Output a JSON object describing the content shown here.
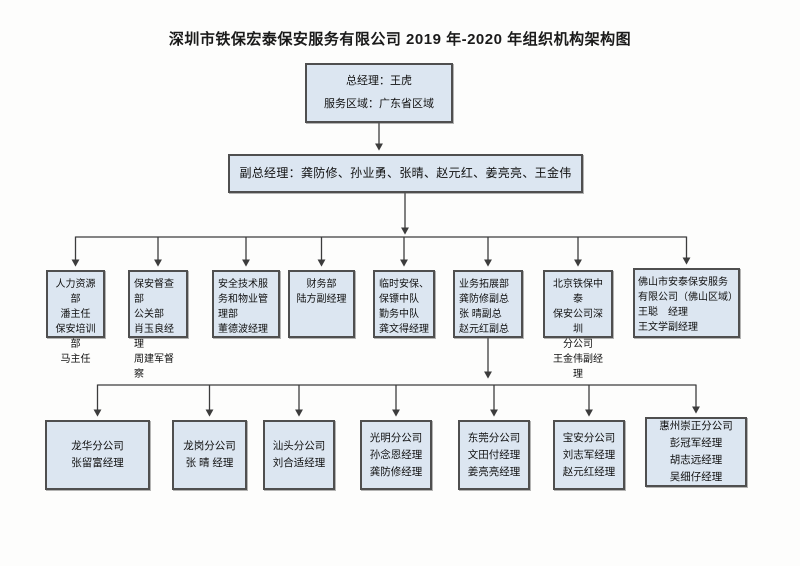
{
  "title": "深圳市铁保宏泰保安服务有限公司 2019 年-2020 年组织机构架构图",
  "colors": {
    "box_fill": "#dce6f1",
    "box_border": "#4f4f4f",
    "connector": "#3c3c3c",
    "page_background": "#fdfdfc"
  },
  "org": {
    "general_manager": {
      "lines": [
        "总经理：王虎",
        "服务区域：广东省区域"
      ]
    },
    "deputy_general_managers": {
      "lines": [
        "副总经理：龚防修、孙业勇、张晴、赵元红、姜亮亮、王金伟"
      ]
    },
    "departments": [
      {
        "lines": [
          "人力资源部",
          "潘主任",
          "保安培训部",
          "马主任"
        ]
      },
      {
        "lines": [
          "保安督查部",
          "公关部",
          "肖玉良经理",
          "周建军督察"
        ]
      },
      {
        "lines": [
          "安全技术服",
          "务和物业管",
          "理部",
          "董德波经理"
        ]
      },
      {
        "lines": [
          "财务部",
          "陆方副经理"
        ]
      },
      {
        "lines": [
          "临时安保、",
          "保镖中队",
          "勤务中队",
          "龚文得经理"
        ]
      },
      {
        "lines": [
          "业务拓展部",
          "龚防修副总",
          "张 晴副总",
          "赵元红副总"
        ]
      },
      {
        "lines": [
          "北京铁保中泰",
          "保安公司深圳",
          "分公司",
          "王金伟副经理"
        ]
      },
      {
        "lines": [
          "佛山市安泰保安服务",
          "有限公司（佛山区域）",
          "王聪　经理",
          "王文学副经理"
        ]
      }
    ],
    "branches_parent": "业务拓展部",
    "branches": [
      {
        "lines": [
          "龙华分公司",
          "张留富经理"
        ]
      },
      {
        "lines": [
          "龙岗分公司",
          "张 晴 经理"
        ]
      },
      {
        "lines": [
          "汕头分公司",
          "刘合适经理"
        ]
      },
      {
        "lines": [
          "光明分公司",
          "孙念恩经理",
          "龚防修经理"
        ]
      },
      {
        "lines": [
          "东莞分公司",
          "文田付经理",
          "姜亮亮经理"
        ]
      },
      {
        "lines": [
          "宝安分公司",
          "刘志军经理",
          "赵元红经理"
        ]
      },
      {
        "lines": [
          "惠州崇正分公司",
          "彭冠军经理",
          "胡志远经理",
          "吴细仔经理"
        ]
      }
    ]
  }
}
